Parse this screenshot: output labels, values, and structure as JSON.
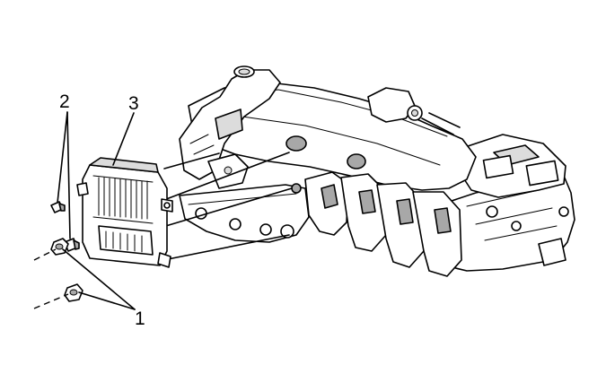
{
  "callouts": [
    {
      "id": "1",
      "label": "1"
    },
    {
      "id": "2",
      "label": "2"
    },
    {
      "id": "3",
      "label": "3"
    }
  ],
  "colors": {
    "line": "#000000",
    "background": "#ffffff",
    "shade_light": "#dcdcdc",
    "shade_mid": "#a8a8a8"
  }
}
